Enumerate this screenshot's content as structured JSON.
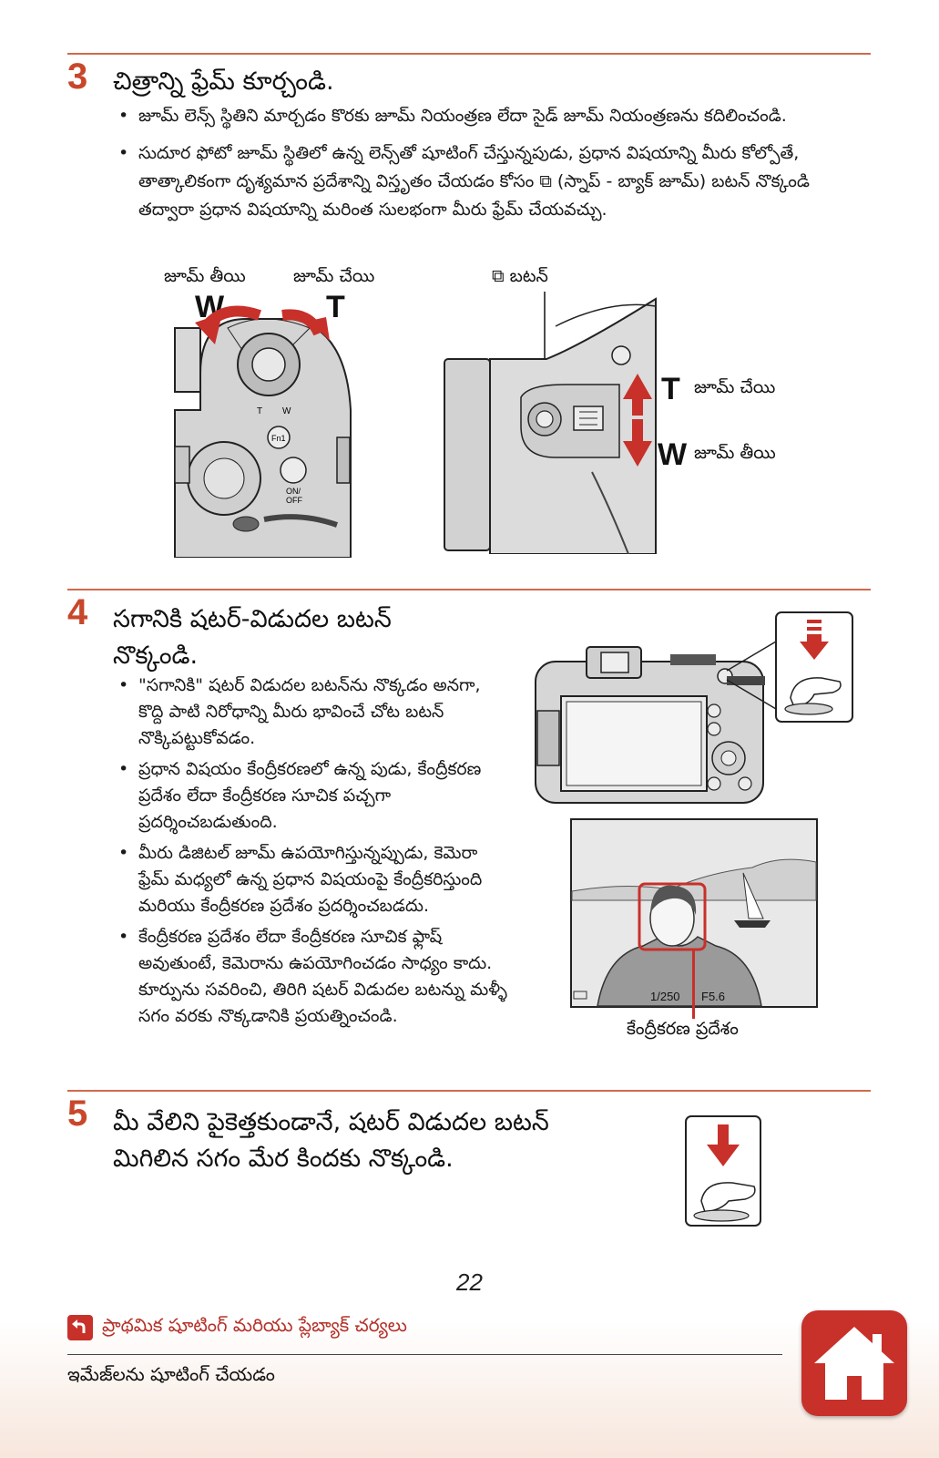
{
  "step3": {
    "number": "3",
    "title": "చిత్రాన్ని ఫ్రేమ్ కూర్చండి.",
    "bullets": [
      "జూమ్ లెన్స్ స్థితిని మార్చడం కొరకు జూమ్ నియంత్రణ లేదా సైడ్ జూమ్ నియంత్రణను కదిలించండి.",
      "సుదూర ఫోటో జూమ్ స్థితిలో ఉన్న లెన్స్‌తో షూటింగ్ చేస్తున్నపుడు, ప్రధాన విషయాన్ని మీరు కోల్పోతే, తాత్కాలికంగా దృశ్యమాన ప్రదేశాన్ని విస్తృతం చేయడం కోసం ⧉ (స్నాప్ - బ్యాక్ జూమ్) బటన్ నొక్కండి తద్వారా ప్రధాన విషయాన్ని మరింత సులభంగా మీరు ఫ్రేమ్ చేయవచ్చు."
    ],
    "fig_left": {
      "zoom_out_label": "జూమ్ తీయి",
      "zoom_in_label": "జూమ్ చేయి",
      "w": "W",
      "t": "T"
    },
    "fig_right": {
      "button_label": "⧉ బటన్",
      "t": "T",
      "t_label": "జూమ్ చేయి",
      "w": "W",
      "w_label": "జూమ్ తీయి"
    }
  },
  "step4": {
    "number": "4",
    "title": "సగానికి షటర్-విడుదల బటన్ నొక్కండి.",
    "bullets": [
      "\"సగానికి\" షటర్ విడుదల బటన్‌ను నొక్కడం అనగా, కొద్ది పాటి నిరోధాన్ని మీరు భావించే చోట బటన్ నొక్కిపట్టుకోవడం.",
      "ప్రధాన విషయం కేంద్రీకరణలో ఉన్న పుడు, కేంద్రీకరణ ప్రదేశం లేదా కేంద్రీకరణ సూచిక పచ్చగా ప్రదర్శించబడుతుంది.",
      "మీరు డిజిటల్ జూమ్ ఉపయోగిస్తున్నప్పుడు, కెమెరా ఫ్రేమ్ మధ్యలో ఉన్న ప్రధాన విషయంపై కేంద్రీకరిస్తుంది మరియు కేంద్రీకరణ ప్రదేశం ప్రదర్శించబడదు.",
      "కేంద్రీకరణ ప్రదేశం లేదా కేంద్రీకరణ సూచిక ఫ్లాష్ అవుతుంటే, కెమెరాను ఉపయోగించడం సాధ్యం కాదు. కూర్పును సవరించి, తిరిగి షటర్ విడుదల బటన్ను మళ్ళీ సగం వరకు నొక్కడానికి ప్రయత్నించండి."
    ],
    "screen": {
      "shutter": "1/250",
      "aperture": "F5.6"
    },
    "focus_area_label": "కేంద్రీకరణ ప్రదేశం"
  },
  "step5": {
    "number": "5",
    "title": "మీ వేలిని పైకెత్తకుండానే, షటర్ విడుదల బటన్ మిగిలిన సగం మేర కిందకు నొక్కండి."
  },
  "page_number": "22",
  "footer": {
    "back_link": "ప్రాథమిక షూటింగ్ మరియు ప్లేబ్యాక్ చర్యలు",
    "section": "ఇమేజ్‌లను షూటింగ్ చేయడం"
  },
  "colors": {
    "accent": "#c8472b",
    "home_button": "#c8302a",
    "arrow": "#c8302a"
  }
}
